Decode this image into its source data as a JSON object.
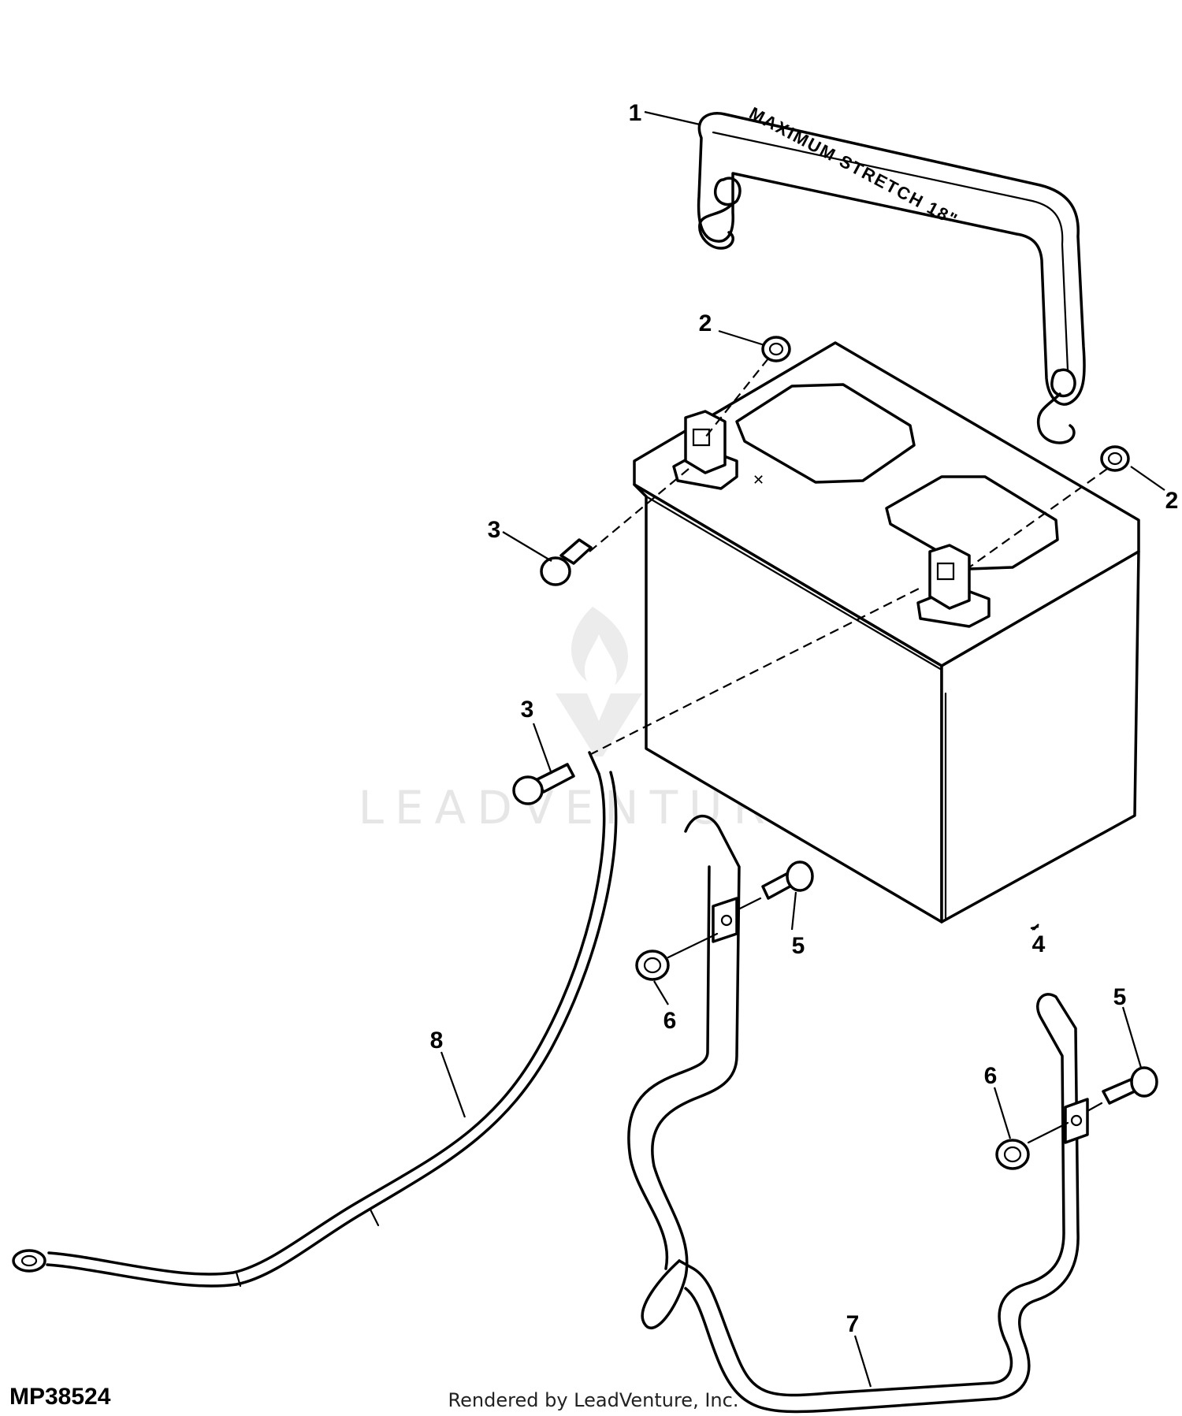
{
  "diagram": {
    "figure_id": "MP38524",
    "credit": "Rendered by LeadVenture, Inc.",
    "watermark": "LEADVENTURE",
    "strap_text": "MAXIMUM STRETCH 18\"",
    "callouts": [
      {
        "key": "c1",
        "label": "1",
        "part": "hold-down-strap"
      },
      {
        "key": "c2a",
        "label": "2",
        "part": "nut"
      },
      {
        "key": "c2b",
        "label": "2",
        "part": "nut"
      },
      {
        "key": "c3a",
        "label": "3",
        "part": "cap-screw"
      },
      {
        "key": "c3b",
        "label": "3",
        "part": "cap-screw"
      },
      {
        "key": "c4",
        "label": "4",
        "part": "battery"
      },
      {
        "key": "c5a",
        "label": "5",
        "part": "cap-screw"
      },
      {
        "key": "c5b",
        "label": "5",
        "part": "cap-screw"
      },
      {
        "key": "c6a",
        "label": "6",
        "part": "nut"
      },
      {
        "key": "c6b",
        "label": "6",
        "part": "nut"
      },
      {
        "key": "c7",
        "label": "7",
        "part": "battery-hold-down-rod"
      },
      {
        "key": "c8",
        "label": "8",
        "part": "ground-cable"
      }
    ]
  }
}
